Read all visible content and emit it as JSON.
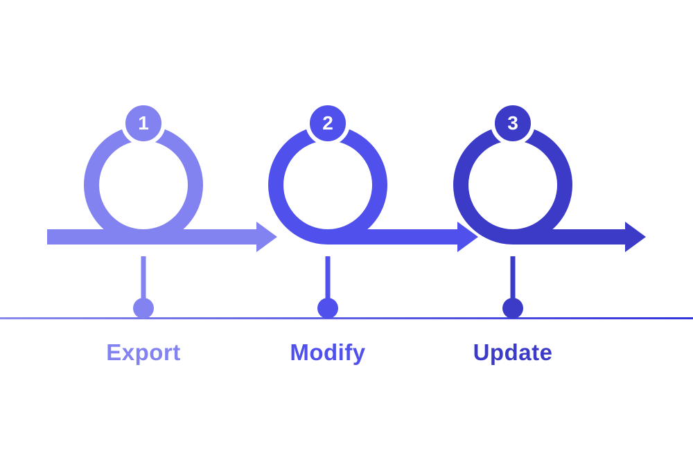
{
  "diagram": {
    "type": "agile-loop-process-timeline",
    "steps": [
      {
        "number": "1",
        "label": "Export",
        "color": "#8282F1"
      },
      {
        "number": "2",
        "label": "Modify",
        "color": "#5050EC"
      },
      {
        "number": "3",
        "label": "Update",
        "color": "#3B3BC8"
      }
    ],
    "badge_ring_color": "#FFFFFF",
    "badge_number_color": "#FFFFFF",
    "timeline_gradient_start": "#8888EE",
    "timeline_gradient_end": "#3232DC",
    "background_color": "#FFFFFF"
  }
}
